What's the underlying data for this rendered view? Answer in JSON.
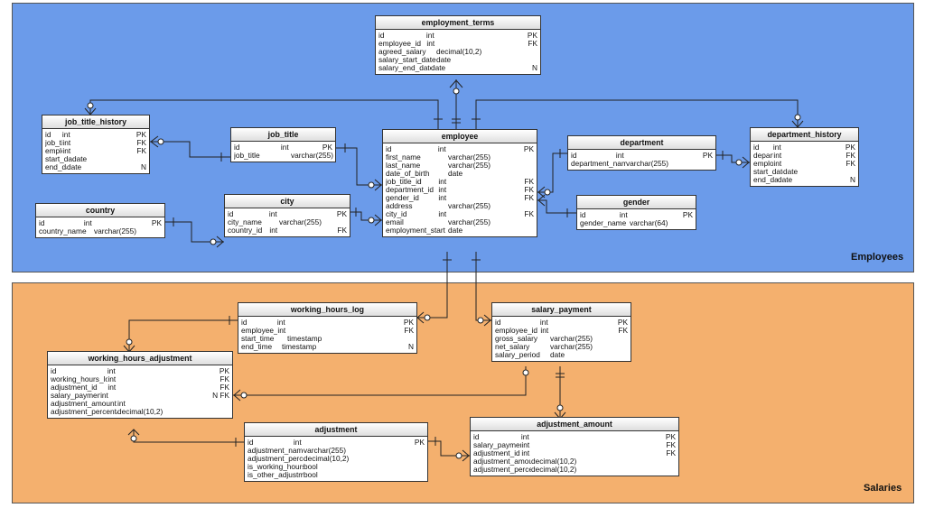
{
  "regions": {
    "employees": "Employees",
    "salaries": "Salaries"
  },
  "tables": {
    "employment_terms": {
      "name": "employment_terms",
      "rows": [
        {
          "name": "id",
          "type": "int",
          "key": "PK"
        },
        {
          "name": "employee_id",
          "type": "int",
          "key": "FK"
        },
        {
          "name": "agreed_salary",
          "type": "decimal(10,2)",
          "key": ""
        },
        {
          "name": "salary_start_date",
          "type": "date",
          "key": ""
        },
        {
          "name": "salary_end_date",
          "type": "date",
          "key": "N"
        }
      ]
    },
    "job_title_history": {
      "name": "job_title_history",
      "rows": [
        {
          "name": "id",
          "type": "int",
          "key": "PK"
        },
        {
          "name": "job_title_id",
          "type": "int",
          "key": "FK"
        },
        {
          "name": "employee_id",
          "type": "int",
          "key": "FK"
        },
        {
          "name": "start_date",
          "type": "date",
          "key": ""
        },
        {
          "name": "end_date",
          "type": "date",
          "key": "N"
        }
      ]
    },
    "job_title": {
      "name": "job_title",
      "rows": [
        {
          "name": "id",
          "type": "int",
          "key": "PK"
        },
        {
          "name": "job_title",
          "type": "varchar(255)",
          "key": ""
        }
      ]
    },
    "employee": {
      "name": "employee",
      "rows": [
        {
          "name": "id",
          "type": "int",
          "key": "PK"
        },
        {
          "name": "first_name",
          "type": "varchar(255)",
          "key": ""
        },
        {
          "name": "last_name",
          "type": "varchar(255)",
          "key": ""
        },
        {
          "name": "date_of_birth",
          "type": "date",
          "key": ""
        },
        {
          "name": "job_title_id",
          "type": "int",
          "key": "FK"
        },
        {
          "name": "department_id",
          "type": "int",
          "key": "FK"
        },
        {
          "name": "gender_id",
          "type": "int",
          "key": "FK"
        },
        {
          "name": "address",
          "type": "varchar(255)",
          "key": ""
        },
        {
          "name": "city_id",
          "type": "int",
          "key": "FK"
        },
        {
          "name": "email",
          "type": "varchar(255)",
          "key": ""
        },
        {
          "name": "employment_start",
          "type": "date",
          "key": ""
        }
      ]
    },
    "department": {
      "name": "department",
      "rows": [
        {
          "name": "id",
          "type": "int",
          "key": "PK"
        },
        {
          "name": "department_name",
          "type": "varchar(255)",
          "key": ""
        }
      ]
    },
    "department_history": {
      "name": "department_history",
      "rows": [
        {
          "name": "id",
          "type": "int",
          "key": "PK"
        },
        {
          "name": "department_id",
          "type": "int",
          "key": "FK"
        },
        {
          "name": "employee_id",
          "type": "int",
          "key": "FK"
        },
        {
          "name": "start_date",
          "type": "date",
          "key": ""
        },
        {
          "name": "end_date",
          "type": "date",
          "key": "N"
        }
      ]
    },
    "gender": {
      "name": "gender",
      "rows": [
        {
          "name": "id",
          "type": "int",
          "key": "PK"
        },
        {
          "name": "gender_name",
          "type": "varchar(64)",
          "key": ""
        }
      ]
    },
    "country": {
      "name": "country",
      "rows": [
        {
          "name": "id",
          "type": "int",
          "key": "PK"
        },
        {
          "name": "country_name",
          "type": "varchar(255)",
          "key": ""
        }
      ]
    },
    "city": {
      "name": "city",
      "rows": [
        {
          "name": "id",
          "type": "int",
          "key": "PK"
        },
        {
          "name": "city_name",
          "type": "varchar(255)",
          "key": ""
        },
        {
          "name": "country_id",
          "type": "int",
          "key": "FK"
        }
      ]
    },
    "working_hours_log": {
      "name": "working_hours_log",
      "rows": [
        {
          "name": "id",
          "type": "int",
          "key": "PK"
        },
        {
          "name": "employee_id",
          "type": "int",
          "key": "FK"
        },
        {
          "name": "start_time",
          "type": "timestamp",
          "key": ""
        },
        {
          "name": "end_time",
          "type": "timestamp",
          "key": "N"
        }
      ]
    },
    "salary_payment": {
      "name": "salary_payment",
      "rows": [
        {
          "name": "id",
          "type": "int",
          "key": "PK"
        },
        {
          "name": "employee_id",
          "type": "int",
          "key": "FK"
        },
        {
          "name": "gross_salary",
          "type": "varchar(255)",
          "key": ""
        },
        {
          "name": "net_salary",
          "type": "varchar(255)",
          "key": ""
        },
        {
          "name": "salary_period",
          "type": "date",
          "key": ""
        }
      ]
    },
    "working_hours_adjustment": {
      "name": "working_hours_adjustment",
      "rows": [
        {
          "name": "id",
          "type": "int",
          "key": "PK"
        },
        {
          "name": "working_hours_log_id",
          "type": "int",
          "key": "FK"
        },
        {
          "name": "adjustment_id",
          "type": "int",
          "key": "FK"
        },
        {
          "name": "salary_payment_id",
          "type": "int",
          "key": "N FK"
        },
        {
          "name": "adjustment_amount",
          "type": "int",
          "key": ""
        },
        {
          "name": "adjustment_percentage",
          "type": "decimal(10,2)",
          "key": ""
        }
      ]
    },
    "adjustment": {
      "name": "adjustment",
      "rows": [
        {
          "name": "id",
          "type": "int",
          "key": "PK"
        },
        {
          "name": "adjustment_name",
          "type": "varchar(255)",
          "key": ""
        },
        {
          "name": "adjustment_percentage",
          "type": "decimal(10,2)",
          "key": ""
        },
        {
          "name": "is_working_hours_adjustment",
          "type": "bool",
          "key": ""
        },
        {
          "name": "is_other_adjustment",
          "type": "bool",
          "key": ""
        }
      ]
    },
    "adjustment_amount": {
      "name": "adjustment_amount",
      "rows": [
        {
          "name": "id",
          "type": "int",
          "key": "PK"
        },
        {
          "name": "salary_payment_id",
          "type": "int",
          "key": "FK"
        },
        {
          "name": "adjustment_id",
          "type": "int",
          "key": "FK"
        },
        {
          "name": "adjustment_amount",
          "type": "decimal(10,2)",
          "key": ""
        },
        {
          "name": "adjustment_percentage",
          "type": "decimal(10,2)",
          "key": ""
        }
      ]
    }
  }
}
